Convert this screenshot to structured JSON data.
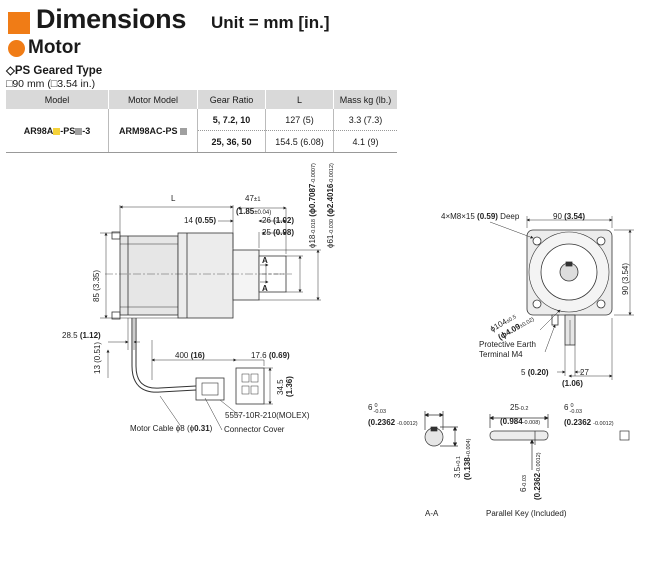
{
  "header": {
    "title": "Dimensions",
    "unit": "Unit = mm [in.]",
    "section": "Motor",
    "subsection": "◇PS Geared Type",
    "frame_size": "□90 mm (□3.54 in.)"
  },
  "table": {
    "headers": [
      "Model",
      "Motor Model",
      "Gear Ratio",
      "L",
      "Mass kg (lb.)"
    ],
    "model_prefix": "AR98A",
    "model_mid": "-PS",
    "model_suffix": "-3",
    "motor_model": "ARM98AC-PS",
    "rows": [
      {
        "ratio": "5, 7.2, 10",
        "L": "127 (5)",
        "mass": "3.3 (7.3)"
      },
      {
        "ratio": "25, 36, 50",
        "L": "154.5 (6.08)",
        "mass": "4.1 (9)"
      }
    ]
  },
  "colors": {
    "accent": "#f07c16",
    "model_marker_yellow": "#f5d23a",
    "model_marker_gray": "#a0a0a0",
    "table_header": "#d9d9d9"
  },
  "drawing": {
    "L": "L",
    "d47": "47",
    "d47_tol": "±1",
    "d47_in": "(1.85",
    "d47_in_tol": "±0.04)",
    "d14": "14",
    "d14_in": "(0.55)",
    "d26": "26",
    "d26_in": "(1.02)",
    "d25": "25",
    "d25_in": "(0.98)",
    "shaft_dia": "ϕ18",
    "shaft_tol": "-0.018",
    "shaft_in": "(ϕ0.7087",
    "shaft_in_tol": "-0.0007)",
    "pilot_dia": "ϕ61",
    "pilot_tol": "-0.030",
    "pilot_in": "(ϕ2.4016",
    "pilot_in_tol": "-0.0012)",
    "zero": "0",
    "d85": "85 (3.35)",
    "d28": "28.5",
    "d28_in": "(1.12)",
    "d13": "13 (0.51)",
    "d400": "400",
    "d400_in": "(16)",
    "d17": "17.6",
    "d17_in": "(0.69)",
    "d34": "34.5",
    "d34_in": "(1.36)",
    "connector": "5557-10R-210(MOLEX)",
    "cable": "Motor Cable ϕ8 (ϕ",
    "cable_b": "0.31",
    "cable_end": ")",
    "cover": "Connector Cover",
    "holes": "4×M8×15",
    "holes_in": "(0.59)",
    "holes_end": " Deep",
    "d90": "90",
    "d90_in": "(3.54)",
    "d90v": "90 (3.54)",
    "pcd": "ϕ104",
    "pcd_tol": "±0.5",
    "pcd_in": "(ϕ4.09",
    "pcd_in_tol": "±0.02)",
    "earth": "Protective Earth",
    "terminal": "Terminal M4",
    "d5": "5",
    "d5_in": "(0.20)",
    "d27": "27",
    "d27_in": "(1.06)",
    "arrow_a": "A",
    "key_w": "6",
    "key_w_tol": "-0.03",
    "key_w_in": "(0.2362",
    "key_w_in_tol": "-0.0012)",
    "key_depth": "3.5",
    "key_depth_tol": "+0.1",
    "key_depth_in": "(0.138",
    "key_depth_in_tol": "+0.004)",
    "key_len": "25",
    "key_len_tol": "-0.2",
    "key_len_in": "(0.984",
    "key_len_in_tol": "-0.008)",
    "key_h": "6",
    "key_h_tol": "-0.03",
    "key_h_in": "(0.2362",
    "key_h_in_tol": "-0.0012)",
    "section_label": "A-A",
    "key_label": "Parallel Key (Included)"
  }
}
